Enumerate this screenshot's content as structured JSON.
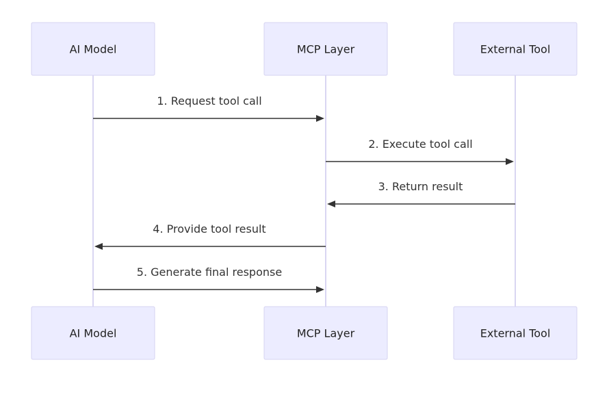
{
  "participants": [
    {
      "id": "ai",
      "label": "AI Model"
    },
    {
      "id": "mcp",
      "label": "MCP Layer"
    },
    {
      "id": "tool",
      "label": "External Tool"
    }
  ],
  "messages": [
    {
      "from": "ai",
      "to": "mcp",
      "label": "1. Request tool call"
    },
    {
      "from": "mcp",
      "to": "tool",
      "label": "2. Execute tool call"
    },
    {
      "from": "tool",
      "to": "mcp",
      "label": "3. Return result"
    },
    {
      "from": "mcp",
      "to": "ai",
      "label": "4. Provide tool result"
    },
    {
      "from": "ai",
      "to": "mcp",
      "label": "5. Generate final response"
    }
  ],
  "colors": {
    "actor_fill": "#ececff",
    "actor_stroke": "#d6d3f0",
    "lifeline": "#d9d6f2",
    "arrow": "#333333"
  }
}
